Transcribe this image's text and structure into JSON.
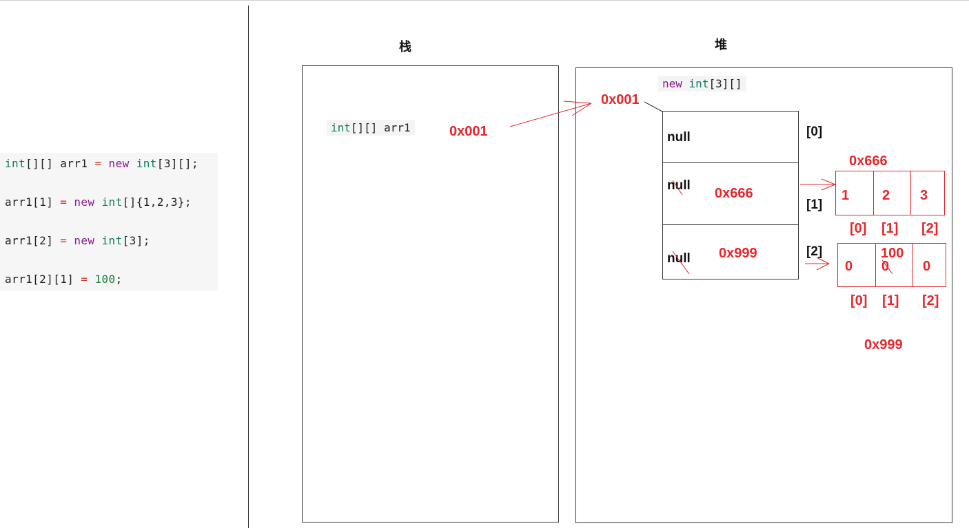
{
  "code_lines": [
    {
      "parts": [
        {
          "t": "int",
          "c": "kw-type"
        },
        {
          "t": "[][] arr1 ",
          "c": ""
        },
        {
          "t": "=",
          "c": "op"
        },
        {
          "t": " ",
          "c": ""
        },
        {
          "t": "new",
          "c": "kw-new"
        },
        {
          "t": " ",
          "c": ""
        },
        {
          "t": "int",
          "c": "kw-type"
        },
        {
          "t": "[3][];",
          "c": ""
        }
      ]
    },
    {
      "parts": [
        {
          "t": "arr1[1] ",
          "c": ""
        },
        {
          "t": "=",
          "c": "op"
        },
        {
          "t": " ",
          "c": ""
        },
        {
          "t": "new",
          "c": "kw-new"
        },
        {
          "t": " ",
          "c": ""
        },
        {
          "t": "int",
          "c": "kw-type"
        },
        {
          "t": "[]{1,2,3};",
          "c": ""
        }
      ]
    },
    {
      "parts": [
        {
          "t": "arr1[2] ",
          "c": ""
        },
        {
          "t": "=",
          "c": "op"
        },
        {
          "t": " ",
          "c": ""
        },
        {
          "t": "new",
          "c": "kw-new"
        },
        {
          "t": " ",
          "c": ""
        },
        {
          "t": "int",
          "c": "kw-type"
        },
        {
          "t": "[3];",
          "c": ""
        }
      ]
    },
    {
      "parts": [
        {
          "t": "arr1[2][1] ",
          "c": ""
        },
        {
          "t": "=",
          "c": "op"
        },
        {
          "t": " ",
          "c": ""
        },
        {
          "t": "100",
          "c": "num"
        },
        {
          "t": ";",
          "c": ""
        }
      ]
    }
  ],
  "stack": {
    "title": "栈",
    "var_type": "int",
    "var_rest": "[][] arr1",
    "var_value": "0x001"
  },
  "heap": {
    "title": "堆",
    "expr_new": "new",
    "expr_type": "int",
    "expr_rest": "[3][]",
    "address": "0x001",
    "outer_cells": [
      {
        "value": "null",
        "index": "[0]",
        "crossed": false,
        "new_value": ""
      },
      {
        "value": "null",
        "index": "[1]",
        "crossed": true,
        "new_value": "0x666"
      },
      {
        "value": "null",
        "index": "[2]",
        "crossed": true,
        "new_value": "0x999"
      }
    ],
    "array_666": {
      "address": "0x666",
      "values": [
        "1",
        "2",
        "3"
      ],
      "indices": [
        "[0]",
        "[1]",
        "[2]"
      ]
    },
    "array_999": {
      "address": "0x999",
      "values": [
        "0",
        "0",
        "0"
      ],
      "overwrite": "100",
      "indices": [
        "[0]",
        "[1]",
        "[2]"
      ]
    }
  },
  "colors": {
    "annotation": "#e5262a",
    "border": "#333333"
  }
}
